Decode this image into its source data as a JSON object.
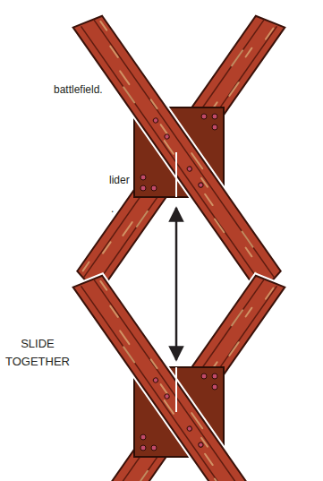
{
  "diagram": {
    "labels": [
      "battlefield.",
      "lider",
      ".",
      "SLIDE TOGETHER"
    ]
  }
}
